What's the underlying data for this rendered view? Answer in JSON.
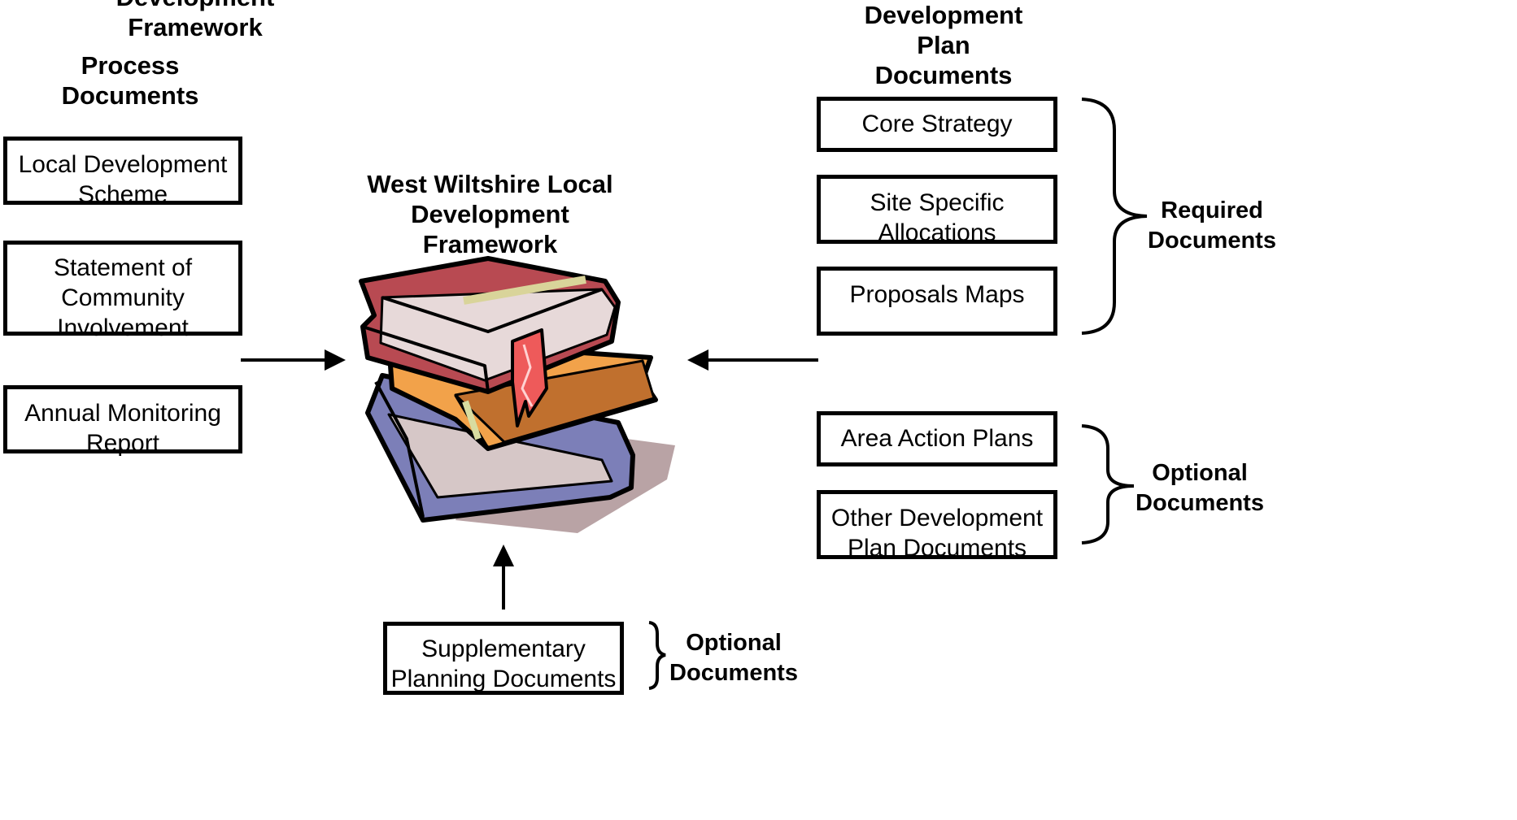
{
  "top_left_cut_heading": "Development Framework",
  "process": {
    "heading": "Process\nDocuments",
    "items": [
      "Local Development\nScheme",
      "Statement of\nCommunity\nInvolvement",
      "Annual Monitoring\nReport"
    ]
  },
  "centre": {
    "title": "West Wiltshire Local\nDevelopment\nFramework",
    "icon": "stack-of-books-icon"
  },
  "development_plan": {
    "heading": "Development\nPlan\nDocuments",
    "required_items": [
      "Core Strategy",
      "Site Specific\nAllocations",
      "Proposals Maps"
    ],
    "required_label": "Required\nDocuments",
    "optional_items": [
      "Area Action Plans",
      "Other Development\nPlan Documents"
    ],
    "optional_label": "Optional\nDocuments"
  },
  "supplementary": {
    "item": "Supplementary\nPlanning Documents",
    "label": "Optional\nDocuments"
  }
}
